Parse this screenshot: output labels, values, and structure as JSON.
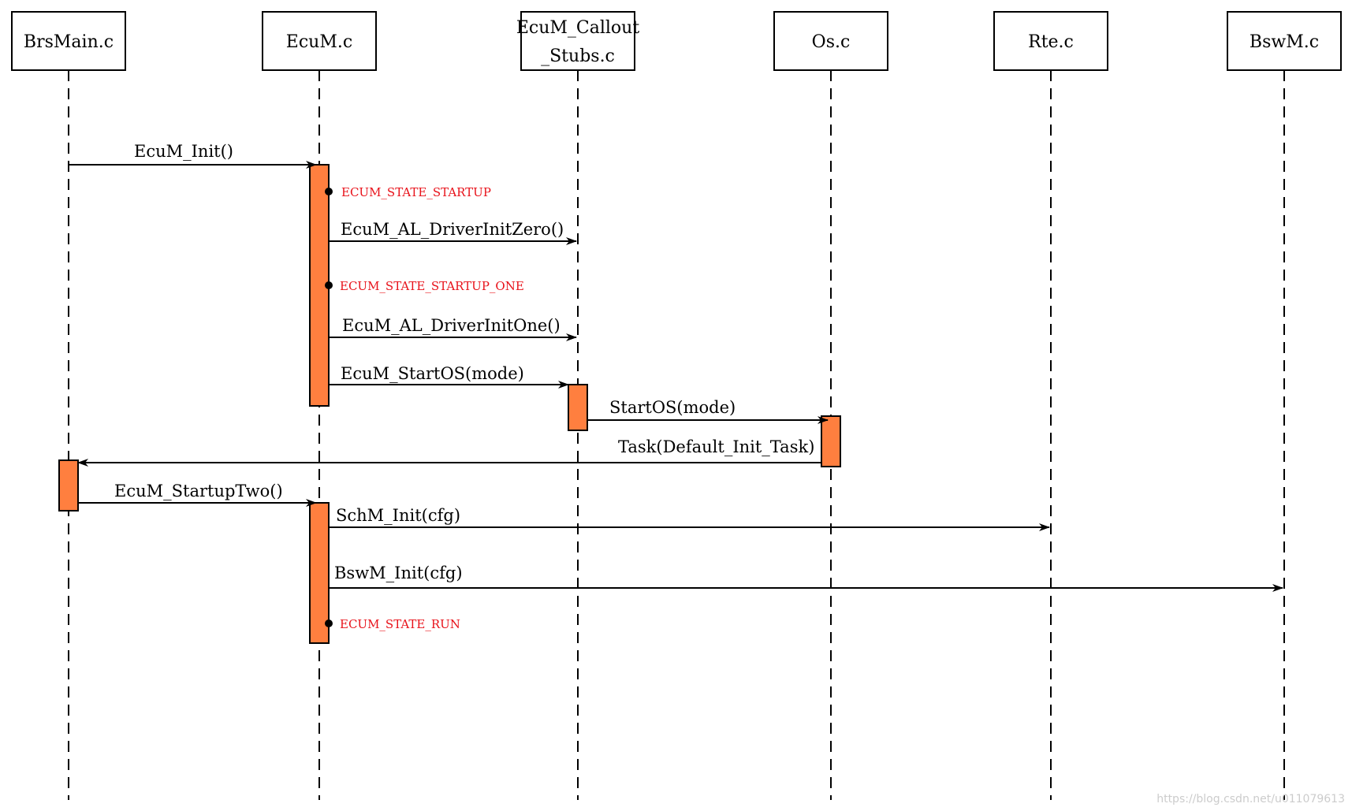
{
  "participants": [
    {
      "id": "brsmain",
      "lines": [
        "BrsMain.c"
      ]
    },
    {
      "id": "ecum",
      "lines": [
        "EcuM.c"
      ]
    },
    {
      "id": "callout",
      "lines": [
        "EcuM_Callout",
        "_Stubs.c"
      ]
    },
    {
      "id": "os",
      "lines": [
        "Os.c"
      ]
    },
    {
      "id": "rte",
      "lines": [
        "Rte.c"
      ]
    },
    {
      "id": "bswm",
      "lines": [
        "BswM.c"
      ]
    }
  ],
  "messages": [
    {
      "from": "brsmain",
      "to": "ecum",
      "label": "EcuM_Init()"
    },
    {
      "from": "ecum",
      "to": "callout",
      "label": "EcuM_AL_DriverInitZero()"
    },
    {
      "from": "ecum",
      "to": "callout",
      "label": "EcuM_AL_DriverInitOne()"
    },
    {
      "from": "ecum",
      "to": "callout",
      "label": "EcuM_StartOS(mode)"
    },
    {
      "from": "callout",
      "to": "os",
      "label": "StartOS(mode)"
    },
    {
      "from": "os",
      "to": "brsmain",
      "label": "Task(Default_Init_Task)"
    },
    {
      "from": "brsmain",
      "to": "ecum",
      "label": "EcuM_StartupTwo()"
    },
    {
      "from": "ecum",
      "to": "rte",
      "label": "SchM_Init(cfg)"
    },
    {
      "from": "ecum",
      "to": "bswm",
      "label": "BswM_Init(cfg)"
    }
  ],
  "states": [
    {
      "on": "ecum",
      "label": "ECUM_STATE_STARTUP"
    },
    {
      "on": "ecum",
      "label": "ECUM_STATE_STARTUP_ONE"
    },
    {
      "on": "ecum",
      "label": "ECUM_STATE_RUN"
    }
  ],
  "colors": {
    "activation": "#FF7F3F",
    "state_text": "#E8121A",
    "line": "#000000"
  },
  "watermark": "https://blog.csdn.net/u011079613"
}
